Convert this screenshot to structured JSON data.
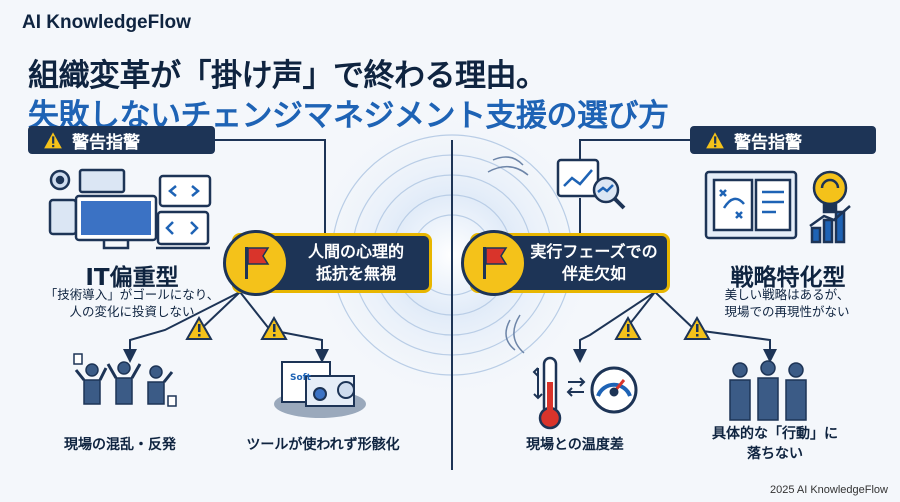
{
  "brand": "AI KnowledgeFlow",
  "title": {
    "line1": "組織変革が「掛け声」で終わる理由。",
    "line2": "失敗しないチェンジマネジメント支援の選び方"
  },
  "left": {
    "warning_label": "警告指警",
    "type_title": "IT偏重型",
    "type_desc_line1": "「技術導入」がゴールになり、",
    "type_desc_line2": "人の変化に投資しない",
    "risk_line1": "人間の心理的",
    "risk_line2": "抵抗を無視",
    "result1": "現場の混乱・反発",
    "result2": "ツールが使われず形骸化",
    "tool_doc_text": "Soft"
  },
  "right": {
    "warning_label": "警告指警",
    "type_title": "戦略特化型",
    "type_desc_line1": "美しい戦略はあるが、",
    "type_desc_line2": "現場での再現性がない",
    "risk_line1": "実行フェーズでの",
    "risk_line2": "伴走欠如",
    "result1": "現場との温度差",
    "result2_line1": "具体的な「行動」に",
    "result2_line2": "落ちない"
  },
  "footer": "2025 AI KnowledgeFlow",
  "colors": {
    "navy": "#1d3456",
    "accent_blue": "#1e63b5",
    "warning_yellow": "#f4c21a",
    "flag_red": "#d9342b"
  },
  "icons": [
    "warning-triangle-icon",
    "red-flag-icon",
    "computer-devices-icon",
    "gear-icon",
    "confused-people-icon",
    "software-box-icon",
    "chart-magnifier-icon",
    "strategy-board-icon",
    "lightbulb-gear-icon",
    "thermometer-icon",
    "gauge-icon",
    "standing-people-icon"
  ]
}
